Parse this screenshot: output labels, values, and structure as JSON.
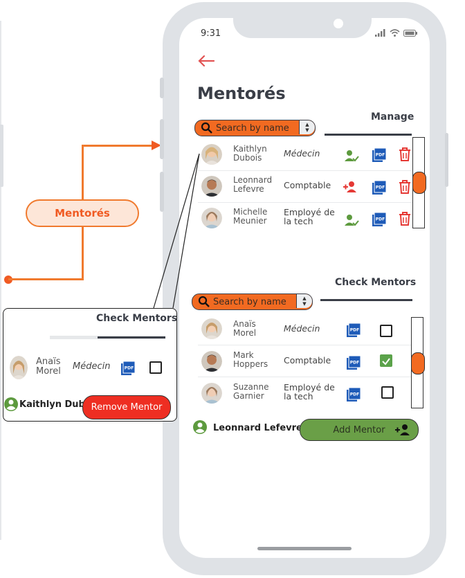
{
  "flow": {
    "node_label": "Mentorés"
  },
  "status_bar": {
    "time": "9:31"
  },
  "page": {
    "title": "Mentorés"
  },
  "manage": {
    "section_label": "Manage",
    "search_placeholder": "Search by name",
    "rows": [
      {
        "name_line1": "Kaithlyn",
        "name_line2": "Dubois",
        "role_line1": "Médecin",
        "role_line2": "",
        "role_italic": true,
        "status_icon": "person-check-icon"
      },
      {
        "name_line1": "Leonnard",
        "name_line2": "Lefevre",
        "role_line1": "Comptable",
        "role_line2": "",
        "role_italic": false,
        "status_icon": "person-add-icon"
      },
      {
        "name_line1": "Michelle",
        "name_line2": "Meunier",
        "role_line1": "Employé de",
        "role_line2": "la tech",
        "role_italic": false,
        "status_icon": "person-check-icon"
      }
    ]
  },
  "check_mentors": {
    "section_label": "Check Mentors",
    "search_placeholder": "Search by name",
    "rows": [
      {
        "name_line1": "Anaïs",
        "name_line2": "Morel",
        "role_line1": "Médecin",
        "role_line2": "",
        "role_italic": true,
        "checked": false
      },
      {
        "name_line1": "Mark",
        "name_line2": "Hoppers",
        "role_line1": "Comptable",
        "role_line2": "",
        "role_italic": false,
        "checked": true
      },
      {
        "name_line1": "Suzanne",
        "name_line2": "Garnier",
        "role_line1": "Employé de",
        "role_line2": "la tech",
        "role_italic": false,
        "checked": false
      }
    ],
    "selected_user": "Leonnard Lefevre",
    "action_label": "Add Mentor"
  },
  "callout": {
    "section_label": "Check Mentors",
    "row": {
      "name_line1": "Anaïs",
      "name_line2": "Morel",
      "role": "Médecin",
      "checked": false
    },
    "selected_user": "Kaithlyn Dub",
    "action_label": "Remove Mentor"
  },
  "colors": {
    "accent_orange": "#f26a21",
    "delete_red": "#e53935",
    "confirm_green": "#6a9f47",
    "pdf_blue": "#1e5bb8",
    "heading": "#3a3e47"
  }
}
